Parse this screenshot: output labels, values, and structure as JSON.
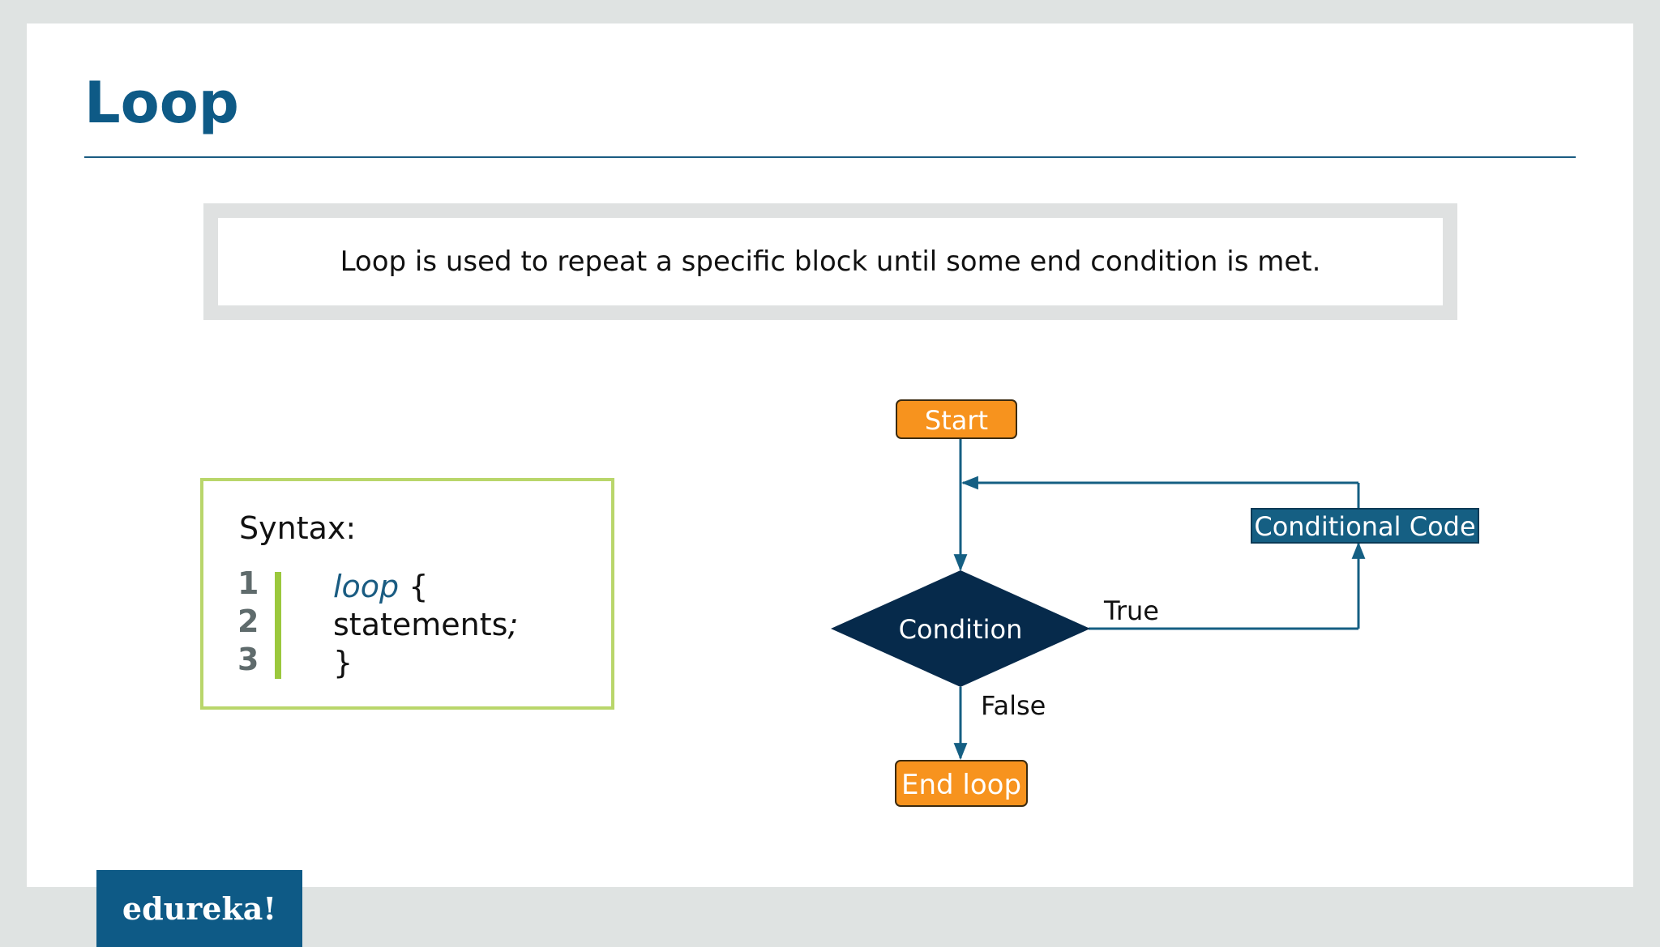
{
  "slide": {
    "title": "Loop",
    "definition": "Loop is used to repeat a specific block until some end condition is met."
  },
  "syntax": {
    "label": "Syntax:",
    "line_numbers": [
      "1",
      "2",
      "3"
    ],
    "lines": [
      {
        "keyword": "loop",
        "rest": " {"
      },
      {
        "text": "statements",
        "tail": ";"
      },
      {
        "text": "}"
      }
    ]
  },
  "flowchart": {
    "start": "Start",
    "condition": "Condition",
    "conditional_code": "Conditional Code",
    "true_label": "True",
    "false_label": "False",
    "end": "End loop"
  },
  "colors": {
    "title_blue": "#0e5a86",
    "terminal_orange": "#f7931e",
    "diamond_navy": "#062a4b",
    "process_teal": "#155f83",
    "syntax_border_green": "#b9d66b",
    "gutter_green": "#9bc83d"
  },
  "brand": {
    "logo_text": "edureka!"
  }
}
